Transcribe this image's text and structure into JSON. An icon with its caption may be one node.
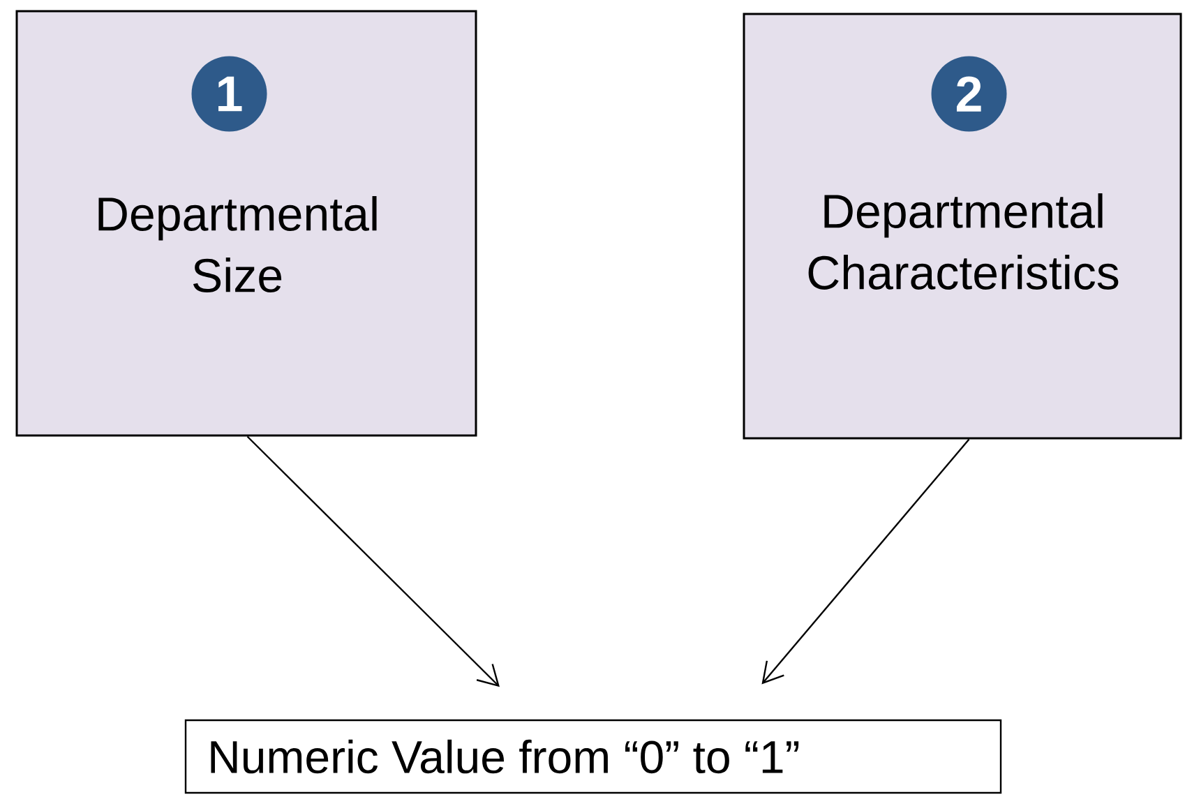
{
  "diagram": {
    "nodes": [
      {
        "text": [
          "Departmental Size"
        ]
      },
      {
        "text": [
          "1"
        ],
        "in": 0
      },
      {
        "text": [
          "Departmental Characteristics"
        ]
      },
      {
        "text": [
          "2"
        ],
        "in": 2
      },
      {
        "text": [
          "Numeric Value from “0” to “1”"
        ]
      }
    ],
    "edges": [
      {
        "from": 0,
        "to": 4,
        "arrow": "to"
      },
      {
        "from": 2,
        "to": 4,
        "arrow": "to"
      }
    ]
  }
}
